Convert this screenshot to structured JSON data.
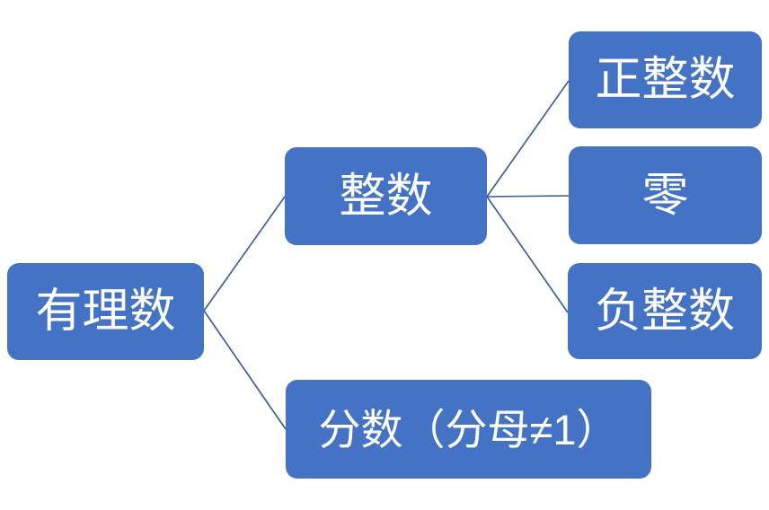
{
  "diagram": {
    "type": "hierarchy",
    "colors": {
      "node_fill": "#4472C4",
      "node_text": "#FFFFFF",
      "connector": "#35589B",
      "background": "#FFFFFF"
    },
    "nodes": {
      "root": {
        "label": "有理数"
      },
      "integers": {
        "label": "整数"
      },
      "fractions": {
        "label": "分数（分母≠1）"
      },
      "positive_integers": {
        "label": "正整数"
      },
      "zero": {
        "label": "零"
      },
      "negative_integers": {
        "label": "负整数"
      }
    },
    "edges": [
      {
        "from": "有理数",
        "to": "整数"
      },
      {
        "from": "有理数",
        "to": "分数（分母≠1）"
      },
      {
        "from": "整数",
        "to": "正整数"
      },
      {
        "from": "整数",
        "to": "零"
      },
      {
        "from": "整数",
        "to": "负整数"
      }
    ]
  }
}
